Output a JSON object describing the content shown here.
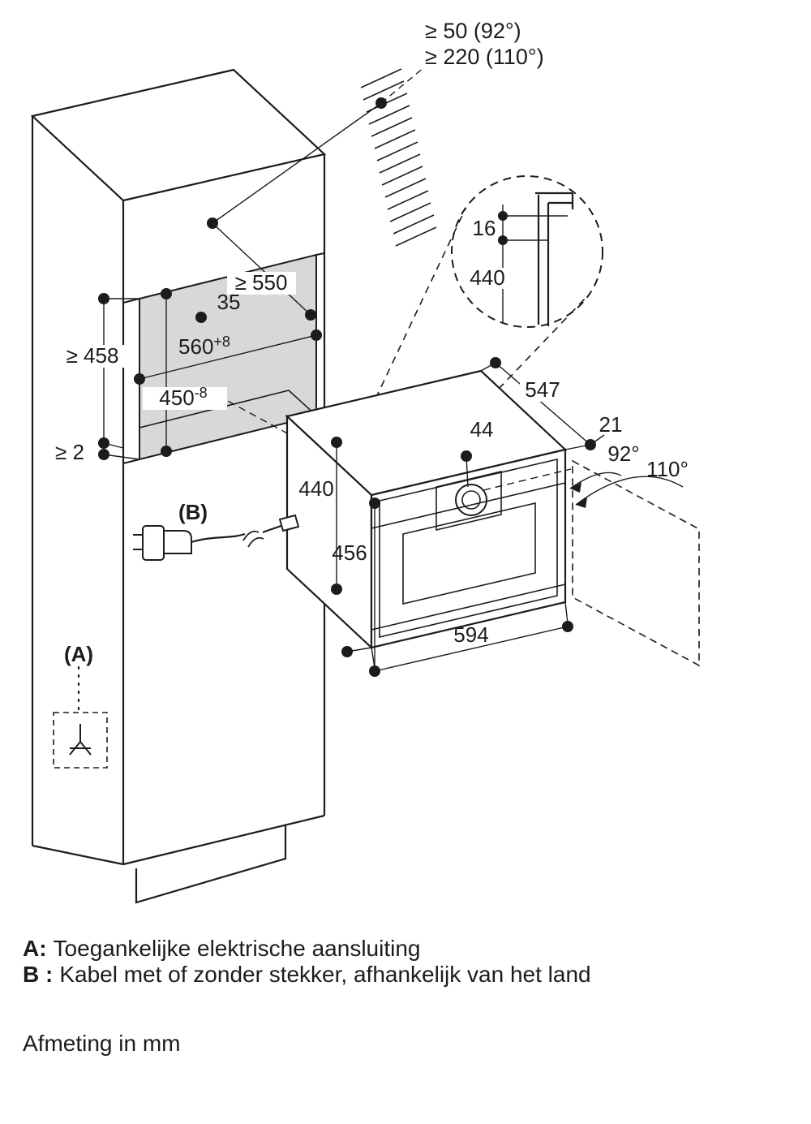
{
  "diagram": {
    "wall_clearance": {
      "line1": "≥ 50 (92°)",
      "line2": "≥ 220 (110°)"
    },
    "detail": {
      "gap": "16",
      "height": "440"
    },
    "niche": {
      "depth": "≥ 550",
      "front_offset": "35",
      "width": "560",
      "width_tol": "+8",
      "height": "450",
      "height_tol": "-8",
      "min_height": "≥ 458",
      "bottom_gap": "≥ 2"
    },
    "oven": {
      "height": "440",
      "front_height": "456",
      "width": "594",
      "depth": "547",
      "knob_offset": "44",
      "door_gap": "21",
      "angle_1": "92°",
      "angle_2": "110°"
    },
    "callouts": {
      "a": "(A)",
      "b": "(B)"
    }
  },
  "notes": {
    "a_prefix": "A:",
    "a_text": "Toegankelijke elektrische aansluiting",
    "b_prefix": "B :",
    "b_text": "Kabel met of zonder stekker, afhankelijk van het land",
    "units": "Afmeting in mm"
  },
  "colors": {
    "line": "#1c1c1c",
    "niche_fill": "#d8d8d8",
    "background": "#ffffff"
  }
}
